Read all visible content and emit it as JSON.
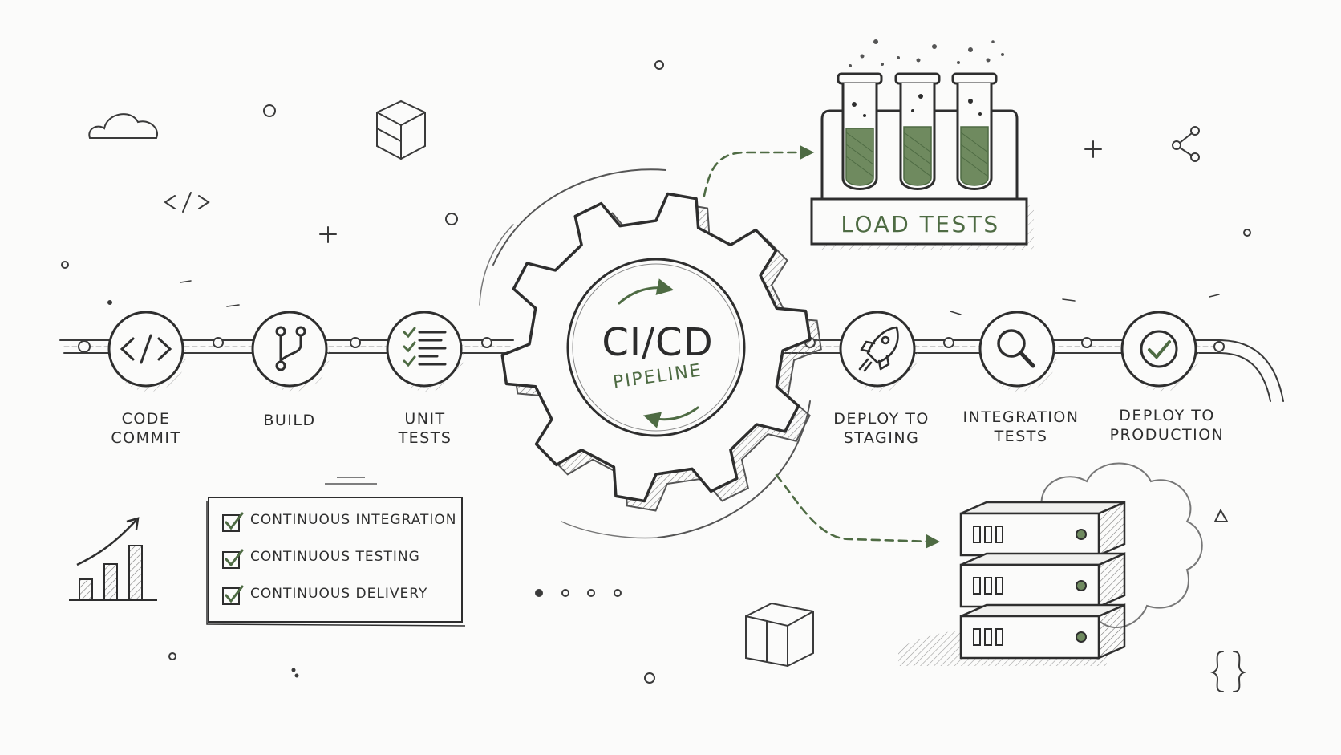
{
  "center": {
    "title": "CI/CD",
    "subtitle": "PIPELINE"
  },
  "stages": [
    {
      "line1": "CODE",
      "line2": "COMMIT",
      "icon": "code-icon"
    },
    {
      "line1": "BUILD",
      "line2": "",
      "icon": "git-branch-icon"
    },
    {
      "line1": "UNIT",
      "line2": "TESTS",
      "icon": "checklist-icon"
    },
    {
      "line1": "DEPLOY TO",
      "line2": "STAGING",
      "icon": "rocket-icon"
    },
    {
      "line1": "INTEGRATION",
      "line2": "TESTS",
      "icon": "magnifier-icon"
    },
    {
      "line1": "DEPLOY TO",
      "line2": "PRODUCTION",
      "icon": "check-circle-icon"
    }
  ],
  "load_tests": {
    "label": "LOAD TESTS"
  },
  "benefits": [
    "CONTINUOUS INTEGRATION",
    "CONTINUOUS TESTING",
    "CONTINUOUS DELIVERY"
  ],
  "colors": {
    "ink": "#2e2e2e",
    "accent": "#4e6b43",
    "liquid": "#6f8a5f",
    "paper": "#fbfbfa"
  }
}
